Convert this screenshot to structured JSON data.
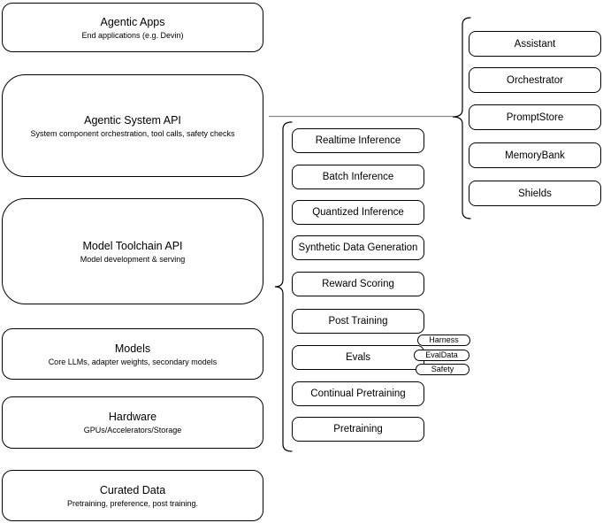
{
  "diagram": {
    "background": "#ffffff",
    "stroke_color": "#000000",
    "connector_color": "#8a8a8a",
    "left_column": {
      "boxes": [
        {
          "title": "Agentic Apps",
          "subtitle": "End applications (e.g. Devin)"
        },
        {
          "title": "Agentic System API",
          "subtitle": "System component orchestration, tool calls, safety checks"
        },
        {
          "title": "Model Toolchain API",
          "subtitle": "Model development & serving"
        },
        {
          "title": "Models",
          "subtitle": "Core LLMs, adapter weights, secondary models"
        },
        {
          "title": "Hardware",
          "subtitle": "GPUs/Accelerators/Storage"
        },
        {
          "title": "Curated Data",
          "subtitle": "Pretraining, preference, post training."
        }
      ]
    },
    "toolchain_services": {
      "boxes": [
        {
          "label": "Realtime Inference"
        },
        {
          "label": "Batch Inference"
        },
        {
          "label": "Quantized Inference"
        },
        {
          "label": "Synthetic Data Generation"
        },
        {
          "label": "Reward Scoring"
        },
        {
          "label": "Post Training"
        },
        {
          "label": "Evals"
        },
        {
          "label": "Continual Pretraining"
        },
        {
          "label": "Pretraining"
        }
      ],
      "evals_pills": [
        {
          "label": "Harness"
        },
        {
          "label": "EvalData"
        },
        {
          "label": "Safety"
        }
      ]
    },
    "system_components": {
      "boxes": [
        {
          "label": "Assistant"
        },
        {
          "label": "Orchestrator"
        },
        {
          "label": "PromptStore"
        },
        {
          "label": "MemoryBank"
        },
        {
          "label": "Shields"
        }
      ]
    }
  }
}
